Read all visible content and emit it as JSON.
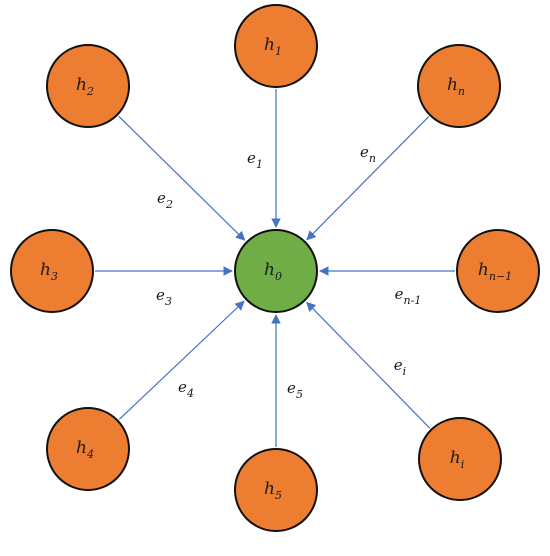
{
  "diagram": {
    "center_node": {
      "id": "h0",
      "base": "h",
      "sub": "0"
    },
    "outer_nodes": [
      {
        "id": "h1",
        "base": "h",
        "sub": "1"
      },
      {
        "id": "h2",
        "base": "h",
        "sub": "2"
      },
      {
        "id": "hn",
        "base": "h",
        "sub": "n"
      },
      {
        "id": "h3",
        "base": "h",
        "sub": "3"
      },
      {
        "id": "hn1",
        "base": "h",
        "sub": "n−1"
      },
      {
        "id": "h4",
        "base": "h",
        "sub": "4"
      },
      {
        "id": "h5",
        "base": "h",
        "sub": "5"
      },
      {
        "id": "hi",
        "base": "h",
        "sub": "i"
      }
    ],
    "edges": [
      {
        "from": "h1",
        "to": "h0",
        "base": "e",
        "sub": "1"
      },
      {
        "from": "h2",
        "to": "h0",
        "base": "e",
        "sub": "2"
      },
      {
        "from": "hn",
        "to": "h0",
        "base": "e",
        "sub": "n"
      },
      {
        "from": "h3",
        "to": "h0",
        "base": "e",
        "sub": "3"
      },
      {
        "from": "hn1",
        "to": "h0",
        "base": "e",
        "sub": "n-1"
      },
      {
        "from": "h4",
        "to": "h0",
        "base": "e",
        "sub": "4"
      },
      {
        "from": "h5",
        "to": "h0",
        "base": "e",
        "sub": "5"
      },
      {
        "from": "hi",
        "to": "h0",
        "base": "e",
        "sub": "i"
      }
    ],
    "colors": {
      "outer_fill": "#ED7D31",
      "center_fill": "#70AD47",
      "node_stroke": "#111111",
      "edge_stroke": "#4472C4"
    }
  }
}
